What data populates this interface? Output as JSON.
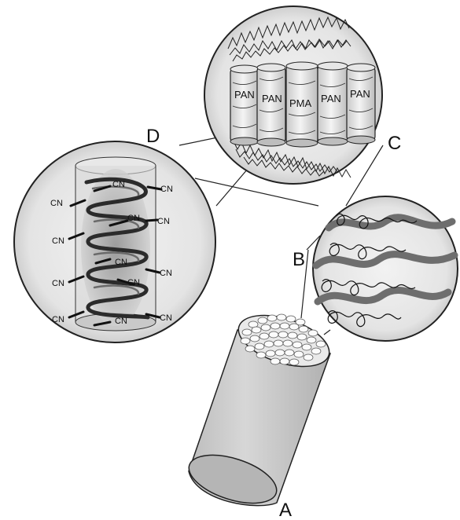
{
  "labels": {
    "A": "A",
    "B": "B",
    "C": "C",
    "D": "D"
  },
  "columns": [
    "PAN",
    "PAN",
    "PMA",
    "PAN",
    "PAN"
  ],
  "cn_label": "CN"
}
